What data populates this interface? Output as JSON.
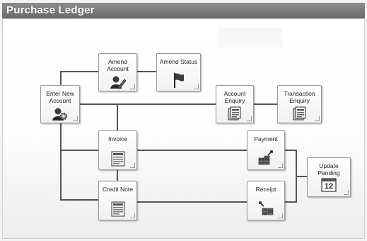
{
  "window": {
    "title": "Purchase Ledger"
  },
  "nodes": {
    "enter_new_account": {
      "label": "Enter New Account",
      "icon": "user-gear-icon"
    },
    "amend_account": {
      "label": "Amend Account",
      "icon": "user-edit-icon"
    },
    "amend_status": {
      "label": "Amend Status",
      "icon": "flag-icon"
    },
    "account_enquiry": {
      "label": "Account Enquiry",
      "icon": "document-stack-icon"
    },
    "transaction_enquiry": {
      "label": "Transaction Enquiry",
      "icon": "document-stack-icon"
    },
    "invoice": {
      "label": "Invoice",
      "icon": "invoice-document-icon"
    },
    "credit_note": {
      "label": "Credit Note",
      "icon": "credit-note-document-icon"
    },
    "payment": {
      "label": "Payment",
      "icon": "payment-coins-icon"
    },
    "receipt": {
      "label": "Receipt",
      "icon": "receipt-coins-icon"
    },
    "update_pending": {
      "label": "Update Pending",
      "icon": "calendar-icon",
      "calendar_day": "12"
    }
  },
  "colors": {
    "title_bar": "#7a7a7a",
    "connector": "#555555"
  }
}
